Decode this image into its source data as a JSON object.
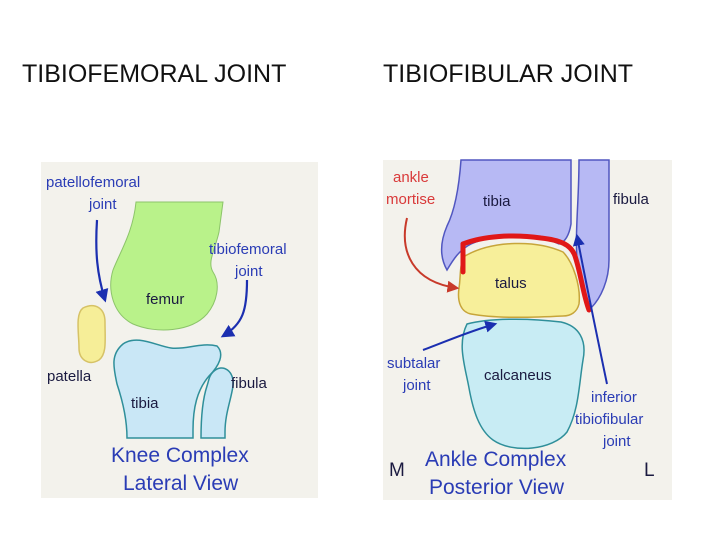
{
  "slide": {
    "left_title": "TIBIOFEMORAL JOINT",
    "right_title": "TIBIOFIBULAR JOINT"
  },
  "knee_diagram": {
    "label_patellofemoral_1": "patellofemoral",
    "label_patellofemoral_2": "joint",
    "label_tibiofemoral_1": "tibiofemoral",
    "label_tibiofemoral_2": "joint",
    "label_femur": "femur",
    "label_patella": "patella",
    "label_tibia": "tibia",
    "label_fibula": "fibula",
    "caption_1": "Knee Complex",
    "caption_2": "Lateral View"
  },
  "ankle_diagram": {
    "label_ankle_1": "ankle",
    "label_ankle_2": "mortise",
    "label_tibia": "tibia",
    "label_fibula": "fibula",
    "label_talus": "talus",
    "label_subtalar_1": "subtalar",
    "label_subtalar_2": "joint",
    "label_calcaneus": "calcaneus",
    "label_inferior_1": "inferior",
    "label_inferior_2": "tibiofibular",
    "label_inferior_3": "joint",
    "side_medial": "M",
    "side_lateral": "L",
    "caption_1": "Ankle Complex",
    "caption_2": "Posterior View"
  },
  "colors": {
    "femur": "#b9f28a",
    "patella": "#f6ee98",
    "tibia_knee": "#c9e7f6",
    "tibia_ankle": "#b7b9f4",
    "talus": "#f7ef9a",
    "calcaneus": "#c8ecf4",
    "joint_line_red": "#e01818",
    "arrow_blue": "#1b2fb0",
    "arrow_red": "#c83a2a"
  }
}
